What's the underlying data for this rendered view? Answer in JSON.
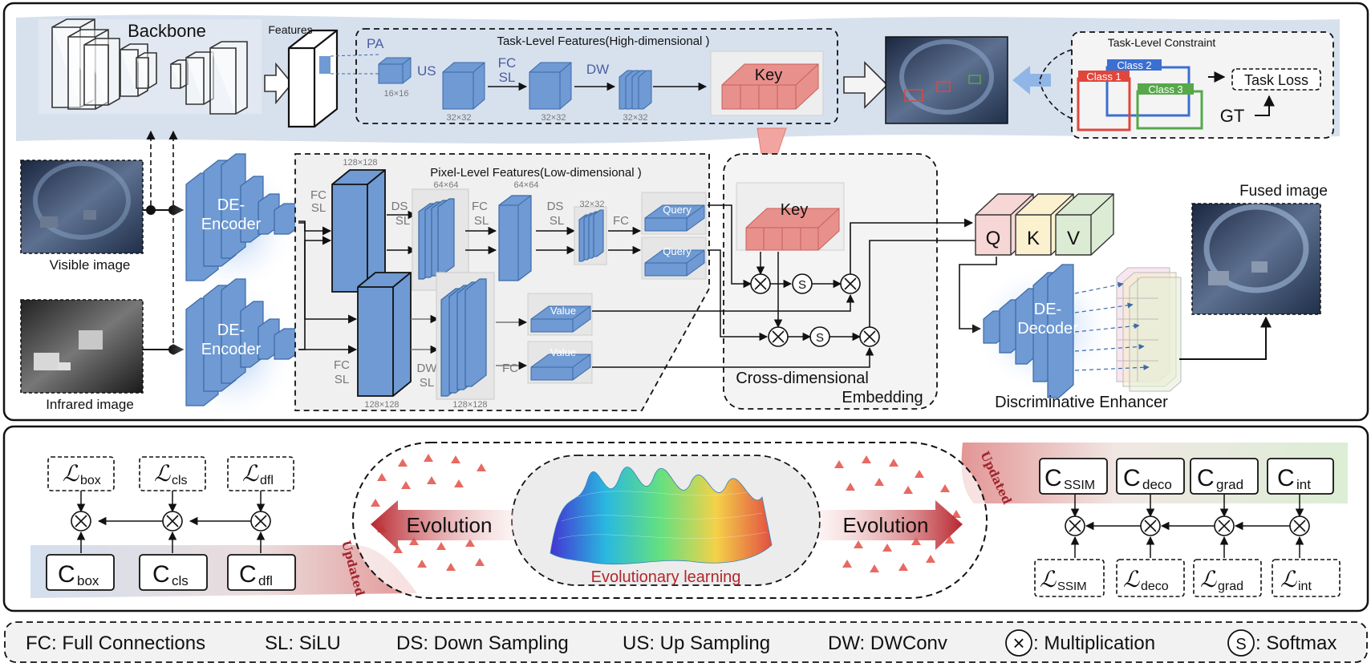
{
  "panel_top": {
    "backbone": "Backbone",
    "features": "Features",
    "pa": "PA",
    "us": "US",
    "size_16": "16×16",
    "size_32": "32×32",
    "fc": "FC",
    "sl": "SL",
    "dw": "DW",
    "task_features_title": "Task-Level Features(High-dimensional )",
    "key": "Key",
    "constraint_title": "Task-Level Constraint",
    "class1": "Class 1",
    "class2": "Class 2",
    "class3": "Class 3",
    "task_loss": "Task Loss",
    "gt": "GT"
  },
  "panel_middle": {
    "visible_image": "Visible image",
    "infrared_image": "Infrared image",
    "de_encoder_1": "DE-",
    "de_encoder_2": "Encoder",
    "pixel_features_title": "Pixel-Level Features(Low-dimensional )",
    "size_128": "128×128",
    "size_64": "64×64",
    "size_32": "32×32",
    "ds": "DS",
    "dw": "DW",
    "fc": "FC",
    "sl": "SL",
    "query": "Query",
    "value": "Value",
    "key": "Key",
    "softmax_s": "S",
    "cross_1": "Cross-dimensional",
    "cross_2": "Embedding",
    "q": "Q",
    "k": "K",
    "v": "V",
    "de_decoder_1": "DE-",
    "de_decoder_2": "Decoder",
    "fused_image": "Fused image",
    "enhancer": "Discriminative Enhancer"
  },
  "panel_bottom": {
    "loss_symbol": "ℒ",
    "c_symbol": "C",
    "box": "box",
    "cls": "cls",
    "dfl": "dfl",
    "ssim": "SSIM",
    "deco": "deco",
    "grad": "grad",
    "int": "int",
    "evolution": "Evolution",
    "evolutionary_learning": "Evolutionary learning",
    "updated": "Updated"
  },
  "legend": {
    "fc": "FC: Full Connections",
    "sl": "SL: SiLU",
    "ds": "DS: Down Sampling",
    "us": "US: Up Sampling",
    "dw": "DW: DWConv",
    "mult_symbol": "×",
    "mult": ": Multiplication",
    "softmax_symbol": "S",
    "softmax": ": Softmax"
  },
  "colors": {
    "cube_blue": "#6f9ad3",
    "cube_blue_dark": "#3b6aa8",
    "key_red": "#e8908c",
    "class1": "#e0463c",
    "class2": "#3b6fd1",
    "class3": "#56a84a",
    "evolution_red": "#c0323a",
    "band_blue": "#d9e3ef"
  }
}
